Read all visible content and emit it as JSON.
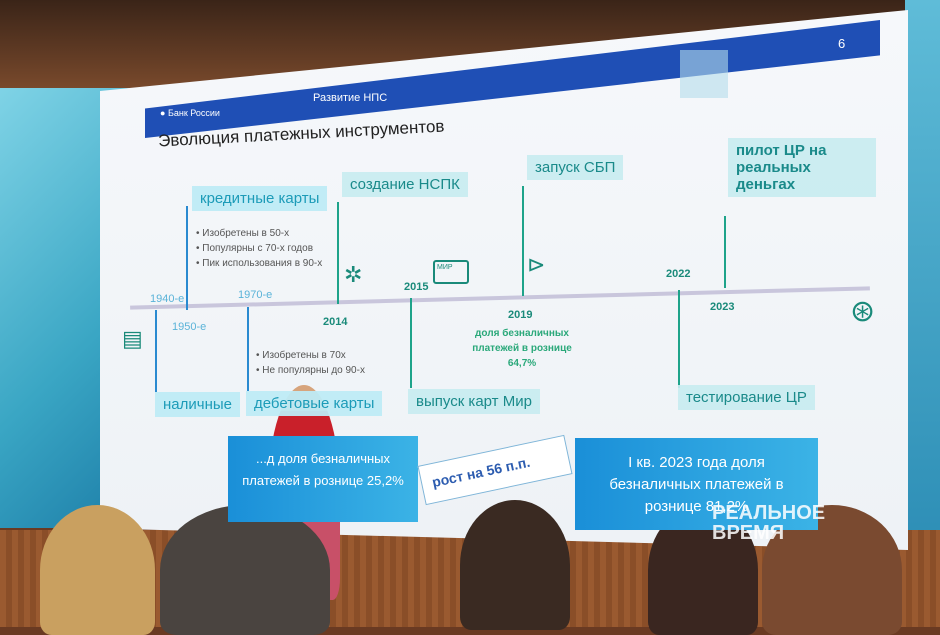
{
  "slide": {
    "page_number": "6",
    "header": "Развитие НПС",
    "brand": "Банк России",
    "title": "Эволюция платежных инструментов",
    "events": {
      "credit_cards": "кредитные карты",
      "credit_bullets": [
        "Изобретены в 50-х",
        "Популярны с 70-х годов",
        "Пик использования в 90-х"
      ],
      "nspk": "создание НСПК",
      "sbp": "запуск СБП",
      "pilot": "пилот ЦР на реальных деньгах",
      "cash": "наличные",
      "debit": "дебетовые карты",
      "debit_bullets": [
        "Изобретены в 70х",
        "Не популярны до 90-х"
      ],
      "mir": "выпуск карт Мир",
      "testing": "тестирование ЦР"
    },
    "years": [
      "1940-е",
      "1950-е",
      "1970-е",
      "2014",
      "2015",
      "2019",
      "2022",
      "2023"
    ],
    "note_2019": "доля безналичных платежей в рознице 64,7%",
    "mir_card_label": "МИР",
    "box_left": "...д доля безналичных платежей в рознице 25,2%",
    "growth": "рост на 56 п.п.",
    "box_right": "I кв. 2023 года доля безналичных платежей в рознице 81,2%"
  },
  "watermark": [
    "РЕАЛЬНОЕ",
    "ВРЕМЯ"
  ]
}
